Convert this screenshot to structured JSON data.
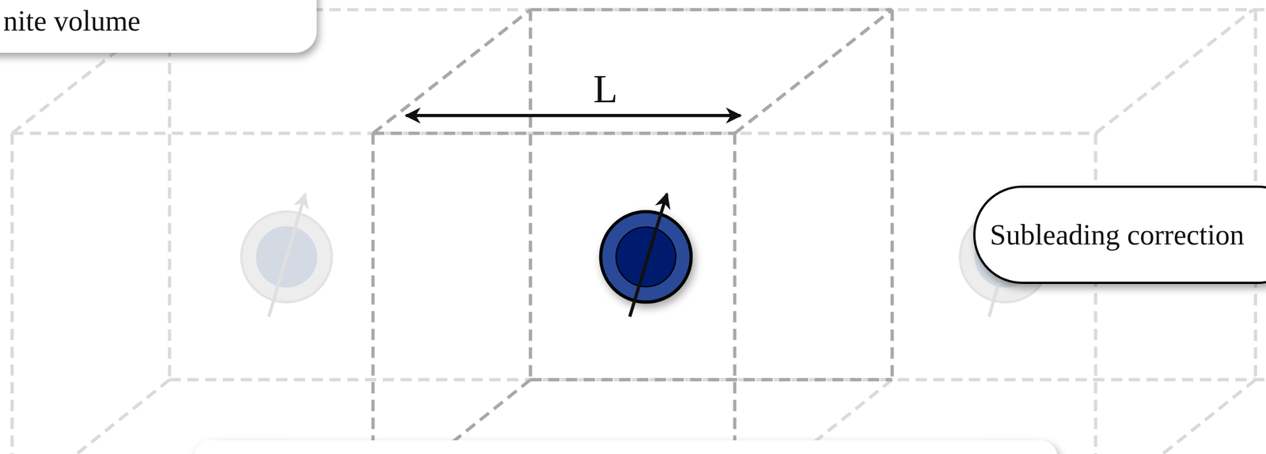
{
  "diagram": {
    "nodes": [
      {
        "text": [
          "nite volume"
        ]
      },
      {
        "text": [
          "Subleading correction"
        ]
      }
    ],
    "labels": [
      "L"
    ]
  }
}
